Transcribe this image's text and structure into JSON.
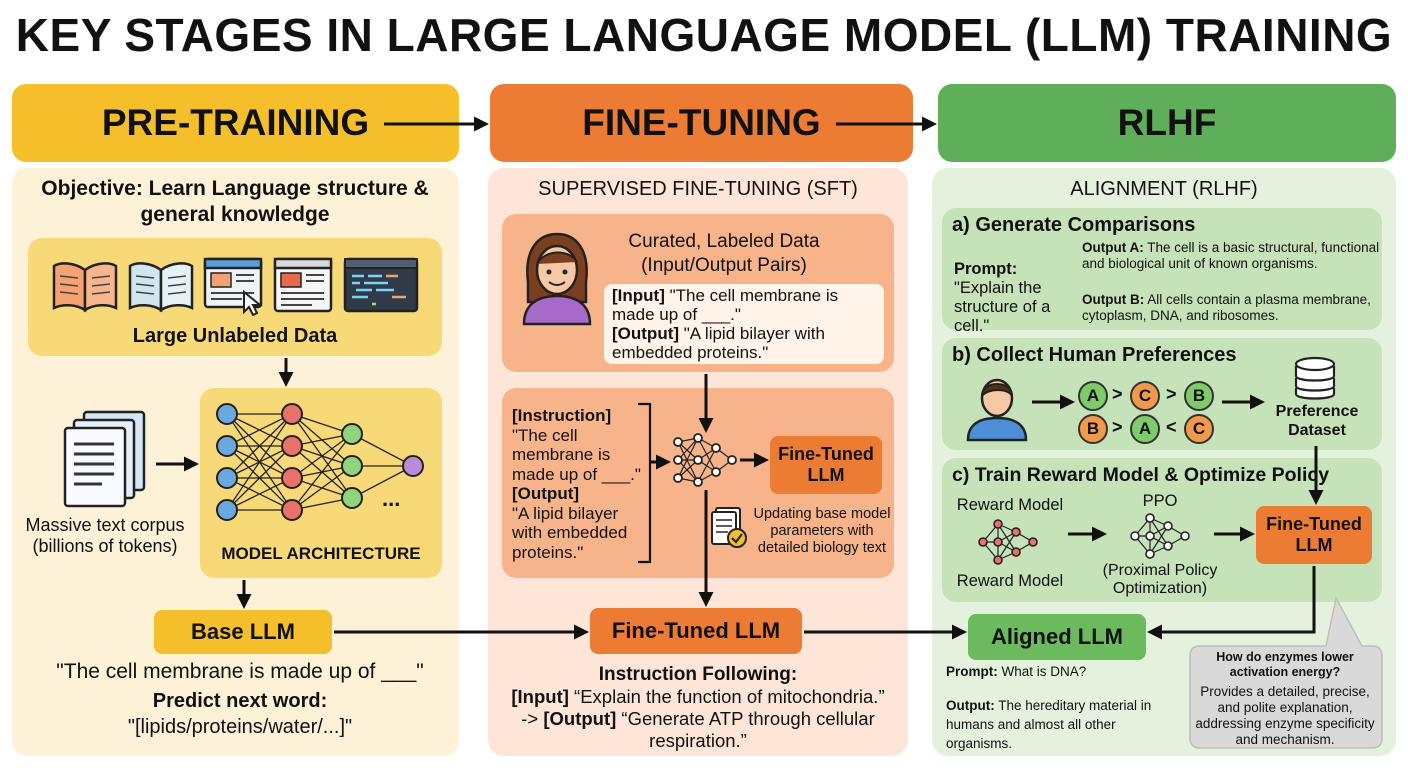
{
  "title": "KEY STAGES IN LARGE LANGUAGE MODEL (LLM) TRAINING",
  "colors": {
    "pretraining": "#f4bf2a",
    "finetuning": "#ec7b34",
    "rlhf": "#5fae5a",
    "pre_panel": "#fdf1d7",
    "ft_panel": "#fde6d8",
    "rl_panel": "#e4f2dd"
  },
  "stages": {
    "pretraining": "PRE-TRAINING",
    "finetuning": "FINE-TUNING",
    "rlhf": "RLHF"
  },
  "pretraining": {
    "objective": "Objective: Learn Language structure & general knowledge",
    "data_label": "Large Unlabeled Data",
    "data_icons": [
      "open-book-icon",
      "open-book-icon",
      "webpage-cursor-icon",
      "webpage-icon",
      "code-editor-icon"
    ],
    "corpus": "Massive text corpus (billions of tokens)",
    "model_label": "MODEL ARCHITECTURE",
    "ellipsis": "...",
    "base_llm": "Base LLM",
    "example": "\"The cell membrane is made up of ___\"",
    "predict_label": "Predict next word:",
    "predict_options": "\"[lipids/proteins/water/...]\""
  },
  "finetuning": {
    "subtitle": "SUPERVISED FINE-TUNING (SFT)",
    "curated_title": "Curated, Labeled Data (Input/Output Pairs)",
    "input_tag": "[Input]",
    "input_text": " \"The cell membrane is made up of ___.\"",
    "output_tag": "[Output]",
    "output_text": " \"A lipid bilayer with embedded proteins.\"",
    "instruction_tag": "[Instruction]",
    "instruction_text": "\"The cell membrane is made up of ___.\"",
    "output2_tag": "[Output]",
    "output2_text": "\"A lipid bilayer with embedded proteins.\"",
    "finetuned_box": "Fine-Tuned LLM",
    "updating_note": "Updating base model parameters with detailed biology text",
    "finetuned_main": "Fine-Tuned LLM",
    "instr_following": "Instruction Following:",
    "ex_input_tag": "[Input]",
    "ex_input_text": " “Explain the function of mitochondria.”",
    "ex_output_prefix": "-> ",
    "ex_output_tag": "[Output]",
    "ex_output_text": " “Generate ATP through cellular respiration.”"
  },
  "rlhf": {
    "subtitle": "ALIGNMENT (RLHF)",
    "a_title": "a) Generate Comparisons",
    "prompt_label": "Prompt:",
    "prompt_text": " \"Explain the structure of a cell.\"",
    "outA_label": "Output A:",
    "outA_text": " The cell is a basic structural, functional and biological unit of known organisms.",
    "outB_label": "Output B:",
    "outB_text": " All cells contain a plasma membrane, cytoplasm, DNA, and ribosomes.",
    "b_title": "b) Collect Human Preferences",
    "rank1": [
      "A",
      ">",
      "C",
      ">",
      "B"
    ],
    "rank2": [
      "B",
      ">",
      "A",
      "<",
      "C"
    ],
    "pref_dataset": "Preference Dataset",
    "c_title": "c) Train Reward Model & Optimize Policy",
    "reward_model_top": "Reward Model",
    "reward_model_bottom": "Reward Model",
    "ppo": "PPO",
    "ppo_full": "(Proximal Policy Optimization)",
    "finetuned": "Fine-Tuned LLM",
    "aligned": "Aligned LLM",
    "final_prompt_label": "Prompt:",
    "final_prompt_text": " What is DNA?",
    "final_output_label": "Output:",
    "final_output_text": " The hereditary material in humans and almost all other organisms.",
    "bubble_q": "How do enzymes lower activation energy?",
    "bubble_a": "Provides a detailed, precise, and polite explanation, addressing enzyme specificity and mechanism."
  }
}
